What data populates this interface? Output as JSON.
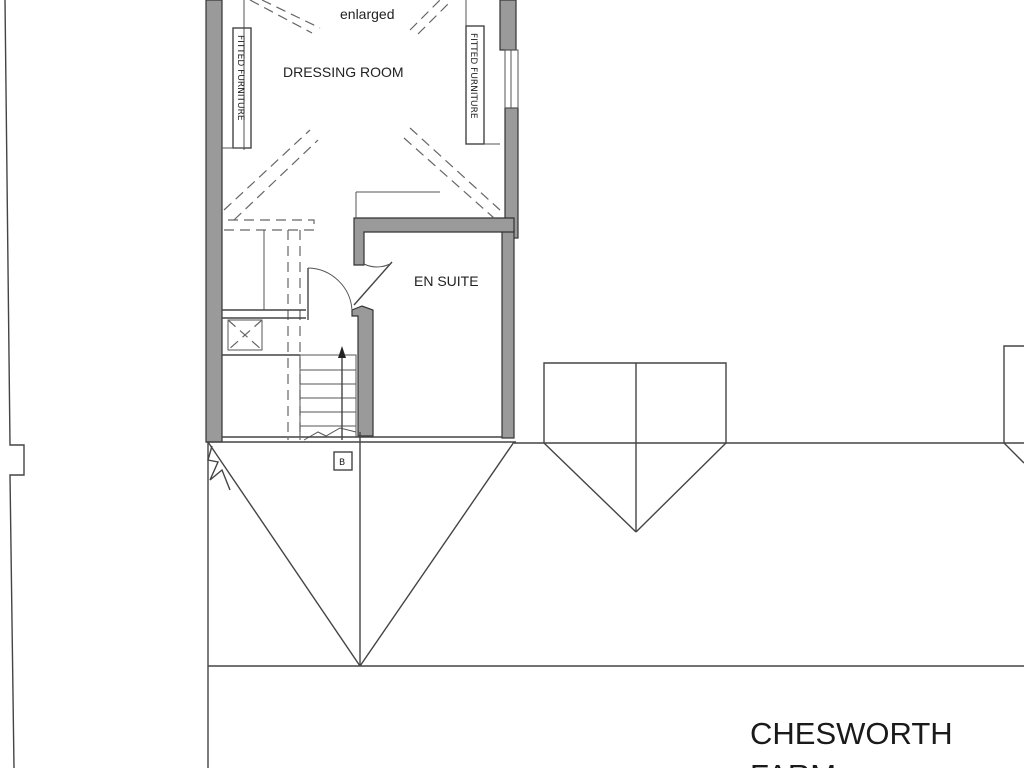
{
  "labels": {
    "top_fragment": "enlarged",
    "dressing_room": "DRESSING ROOM",
    "en_suite": "EN SUITE",
    "fitted_furniture_left": "FITTED FURNITURE",
    "fitted_furniture_right": "FITTED FURNITURE",
    "stair_marker": "B",
    "site_name_line1": "CHESWORTH",
    "site_name_line2": "FARM"
  },
  "colors": {
    "wall_fill": "#9a9a9a",
    "line": "#444444",
    "background": "#ffffff"
  }
}
